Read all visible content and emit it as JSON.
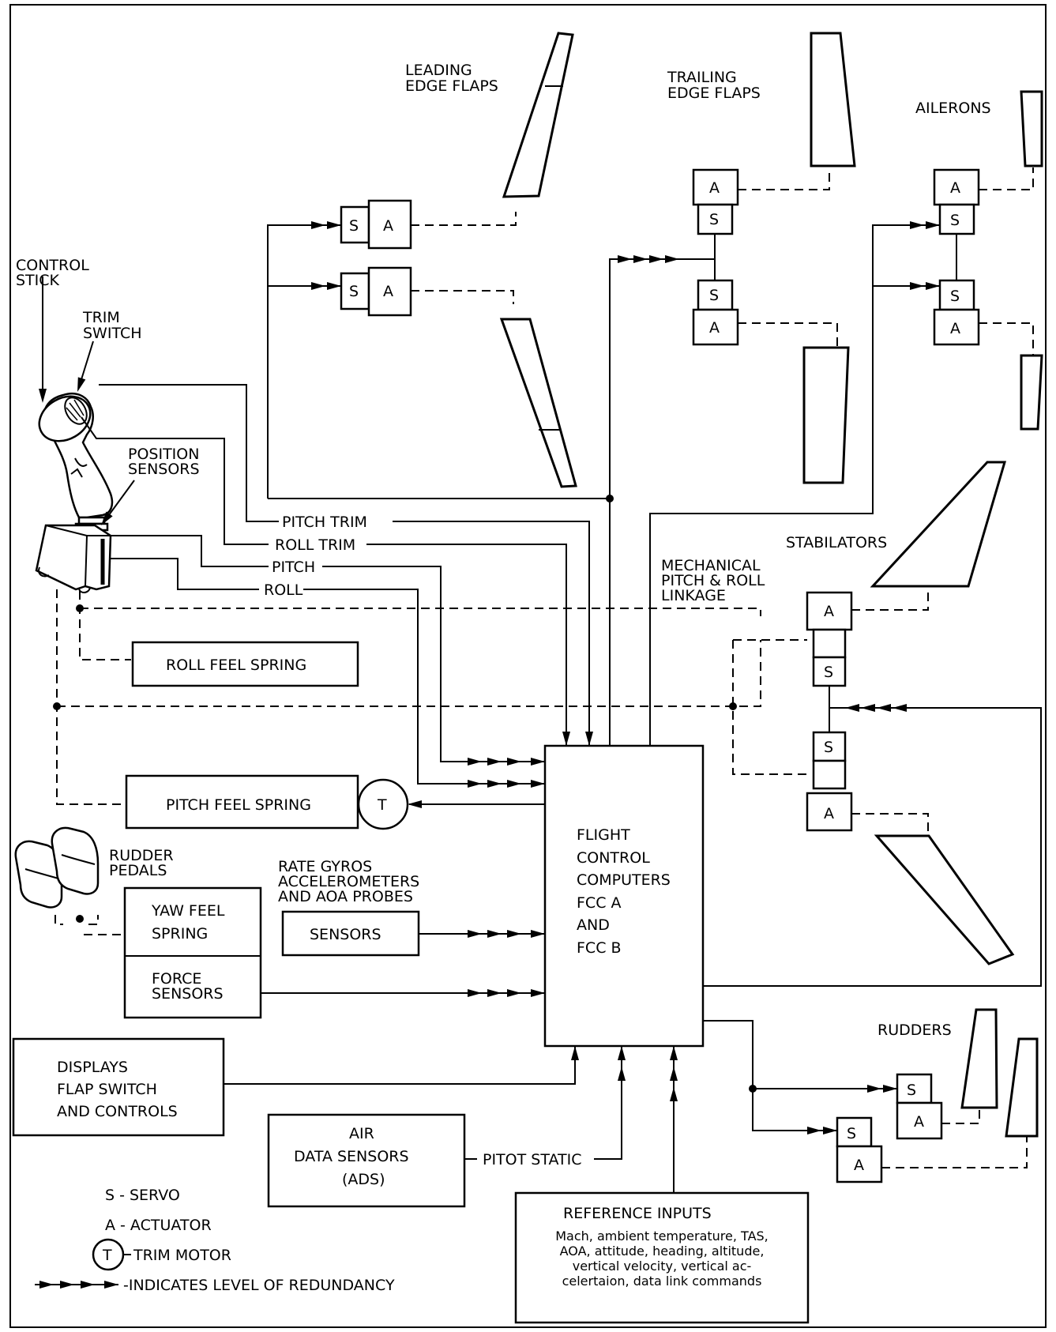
{
  "labels": {
    "leading_edge_flaps": [
      "LEADING",
      "EDGE FLAPS"
    ],
    "trailing_edge_flaps": [
      "TRAILING",
      "EDGE FLAPS"
    ],
    "ailerons": "AILERONS",
    "control_stick": [
      "CONTROL",
      "STICK"
    ],
    "trim_switch": [
      "TRIM",
      "SWITCH"
    ],
    "position_sensors": [
      "POSITION",
      "SENSORS"
    ],
    "stabilators": "STABILATORS",
    "mechanical_linkage": [
      "MECHANICAL",
      "PITCH & ROLL",
      "LINKAGE"
    ],
    "rudder_pedals": [
      "RUDDER",
      "PEDALS"
    ],
    "rate_gyros": [
      "RATE GYROS",
      "ACCELEROMETERS",
      "AND AOA PROBES"
    ],
    "rudders": "RUDDERS"
  },
  "signals": {
    "pitch_trim": "PITCH TRIM",
    "roll_trim": "ROLL TRIM",
    "pitch": "PITCH",
    "roll": "ROLL",
    "pitot_static": "PITOT STATIC"
  },
  "boxes": {
    "roll_feel_spring": "ROLL FEEL SPRING",
    "pitch_feel_spring": "PITCH FEEL SPRING",
    "trim_motor_symbol": "T",
    "yaw_feel_spring": [
      "YAW FEEL",
      "SPRING"
    ],
    "force_sensors": [
      "FORCE",
      "SENSORS"
    ],
    "sensors": "SENSORS",
    "displays": [
      "DISPLAYS",
      "FLAP SWITCH",
      "AND CONTROLS"
    ],
    "air_data": [
      "AIR",
      "DATA SENSORS",
      "(ADS)"
    ],
    "fcc": [
      "FLIGHT",
      "CONTROL",
      "COMPUTERS",
      "FCC A",
      "AND",
      "FCC B"
    ],
    "reference_title": "REFERENCE INPUTS",
    "reference_body": [
      "Mach, ambient temperature, TAS,",
      "AOA, attitude, heading, altitude,",
      "vertical velocity, vertical ac-",
      "celertaion, data link commands"
    ]
  },
  "servo_letter": "S",
  "actuator_letter": "A",
  "legend": {
    "servo": "S  - SERVO",
    "actuator": "A  - ACTUATOR",
    "trim_motor_symbol": "T",
    "trim_motor": "TRIM MOTOR",
    "redundancy": "-INDICATES LEVEL OF REDUNDANCY"
  }
}
